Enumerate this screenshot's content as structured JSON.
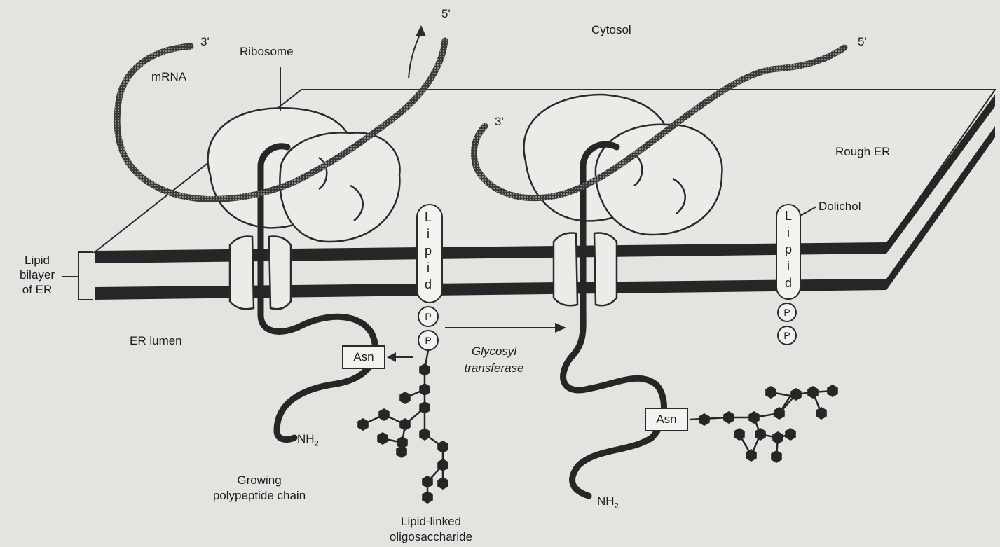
{
  "labels": {
    "cytosol": "Cytosol",
    "rough_er": "Rough ER",
    "ribosome": "Ribosome",
    "mrna": "mRNA",
    "three_prime": "3'",
    "five_prime": "5'",
    "lipid_bilayer_line1": "Lipid",
    "lipid_bilayer_line2": "bilayer",
    "lipid_bilayer_line3": "of ER",
    "er_lumen": "ER lumen",
    "dolichol": "Dolichol",
    "glycosyl_line1": "Glycosyl",
    "glycosyl_line2": "transferase",
    "asn": "Asn",
    "nh2": "NH",
    "nh2_sub": "2",
    "growing_line1": "Growing",
    "growing_line2": "polypeptide chain",
    "lipid_linked_line1": "Lipid-linked",
    "lipid_linked_line2": "oligosaccharide",
    "lipid_letters": [
      "L",
      "i",
      "p",
      "i",
      "d"
    ],
    "phosphate": "P"
  },
  "colors": {
    "background": "#e3e3df",
    "ink": "#1c1c1c",
    "membrane": "#262626"
  }
}
